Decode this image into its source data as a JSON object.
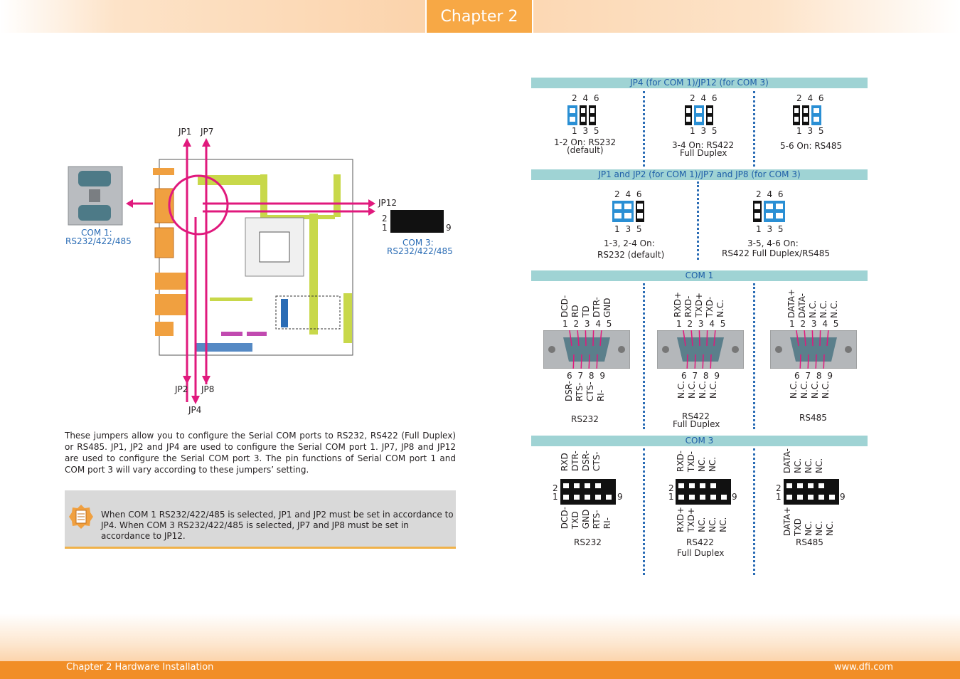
{
  "header": {
    "chapter": "Chapter 2"
  },
  "footer": {
    "left": "Chapter 2 Hardware Installation",
    "right": "www.dfi.com"
  },
  "board": {
    "labels": {
      "jp1": "JP1",
      "jp7": "JP7",
      "jp2": "JP2",
      "jp8": "JP8",
      "jp4": "JP4",
      "jp12": "JP12"
    },
    "com1": {
      "line1": "COM 1:",
      "line2": "RS232/422/485"
    },
    "com3": {
      "line1": "COM 3:",
      "line2": "RS232/422/485"
    },
    "jp12_pins": {
      "left_top": "2",
      "left_bottom": "1",
      "right": "9"
    }
  },
  "paragraph": "These jumpers allow you to configure the Serial COM ports to RS232, RS422 (Full Duplex) or RS485. JP1, JP2 and JP4 are used to configure the Serial COM port 1. JP7, JP8 and JP12 are used to configure the Serial COM port 3. The pin functions of Serial COM port 1 and COM port 3 will vary according to these jumpers’ setting.",
  "note": "When COM 1 RS232/422/485 is selected, JP1 and JP2 must be set in accordance to JP4. When COM 3 RS232/422/485 is selected, JP7 and JP8 must be set in accordance to JP12.",
  "sections": {
    "jp4": {
      "title": "JP4 (for COM 1)/JP12 (for COM 3)",
      "top_pins": "2 4 6",
      "bottom_pins": "1 3 5",
      "opts": [
        {
          "l1": "1-2 On: RS232",
          "l2": "(default)"
        },
        {
          "l1": "3-4 On: RS422",
          "l2": "Full Duplex"
        },
        {
          "l1": "5-6 On: RS485",
          "l2": ""
        }
      ]
    },
    "jp12": {
      "title": "JP1 and JP2 (for COM 1)/JP7 and JP8 (for COM 3)",
      "top_pins": "2 4 6",
      "bottom_pins": "1 3 5",
      "opts": [
        {
          "l1": "1-3, 2-4 On:",
          "l2": "RS232 (default)"
        },
        {
          "l1": "3-5, 4-6 On:",
          "l2": "RS422 Full Duplex/RS485"
        }
      ]
    },
    "com1": {
      "title": "COM 1",
      "top_nums": "1 2 3 4 5",
      "bottom_nums": "6 7 8 9",
      "rs232_top": [
        "DCD-",
        "RD",
        "TD",
        "DTR-",
        "GND"
      ],
      "rs232_bottom": [
        "DSR-",
        "RTS-",
        "CTS-",
        "RI-"
      ],
      "rs232_cap": "RS232",
      "rs422_top": [
        "RXD+",
        "RXD-",
        "TXD+",
        "TXD-",
        "N.C."
      ],
      "rs422_bottom": [
        "N.C.",
        "N.C.",
        "N.C.",
        "N.C."
      ],
      "rs422_cap1": "RS422",
      "rs422_cap2": "Full Duplex",
      "rs485_top": [
        "DATA+",
        "DATA-",
        "N.C.",
        "N.C.",
        "N.C."
      ],
      "rs485_bottom": [
        "N.C.",
        "N.C.",
        "N.C.",
        "N.C."
      ],
      "rs485_cap": "RS485"
    },
    "com3": {
      "title": "COM 3",
      "left_top": "2",
      "left_bottom": "1",
      "right": "9",
      "rs232_top": [
        "RXD",
        "DTR-",
        "DSR-",
        "CTS-"
      ],
      "rs232_bottom": [
        "DCD-",
        "TXD",
        "GND",
        "RTS-",
        "RI-"
      ],
      "rs232_cap": "RS232",
      "rs422_top": [
        "RXD-",
        "TXD-",
        "NC.",
        "NC."
      ],
      "rs422_bottom": [
        "RXD+",
        "TXD+",
        "NC.",
        "NC.",
        "NC."
      ],
      "rs422_cap1": "RS422",
      "rs422_cap2": "Full Duplex",
      "rs485_top": [
        "DATA-",
        "NC.",
        "NC.",
        "NC."
      ],
      "rs485_bottom": [
        "DATA+",
        "TXD",
        "NC.",
        "NC.",
        "NC."
      ],
      "rs485_cap": "RS485"
    }
  },
  "colors": {
    "accent": "#f7a845",
    "footer": "#f18e27",
    "bar": "#9fd3d4",
    "pink": "#e0197d",
    "jumper": "#2a8fd4"
  }
}
